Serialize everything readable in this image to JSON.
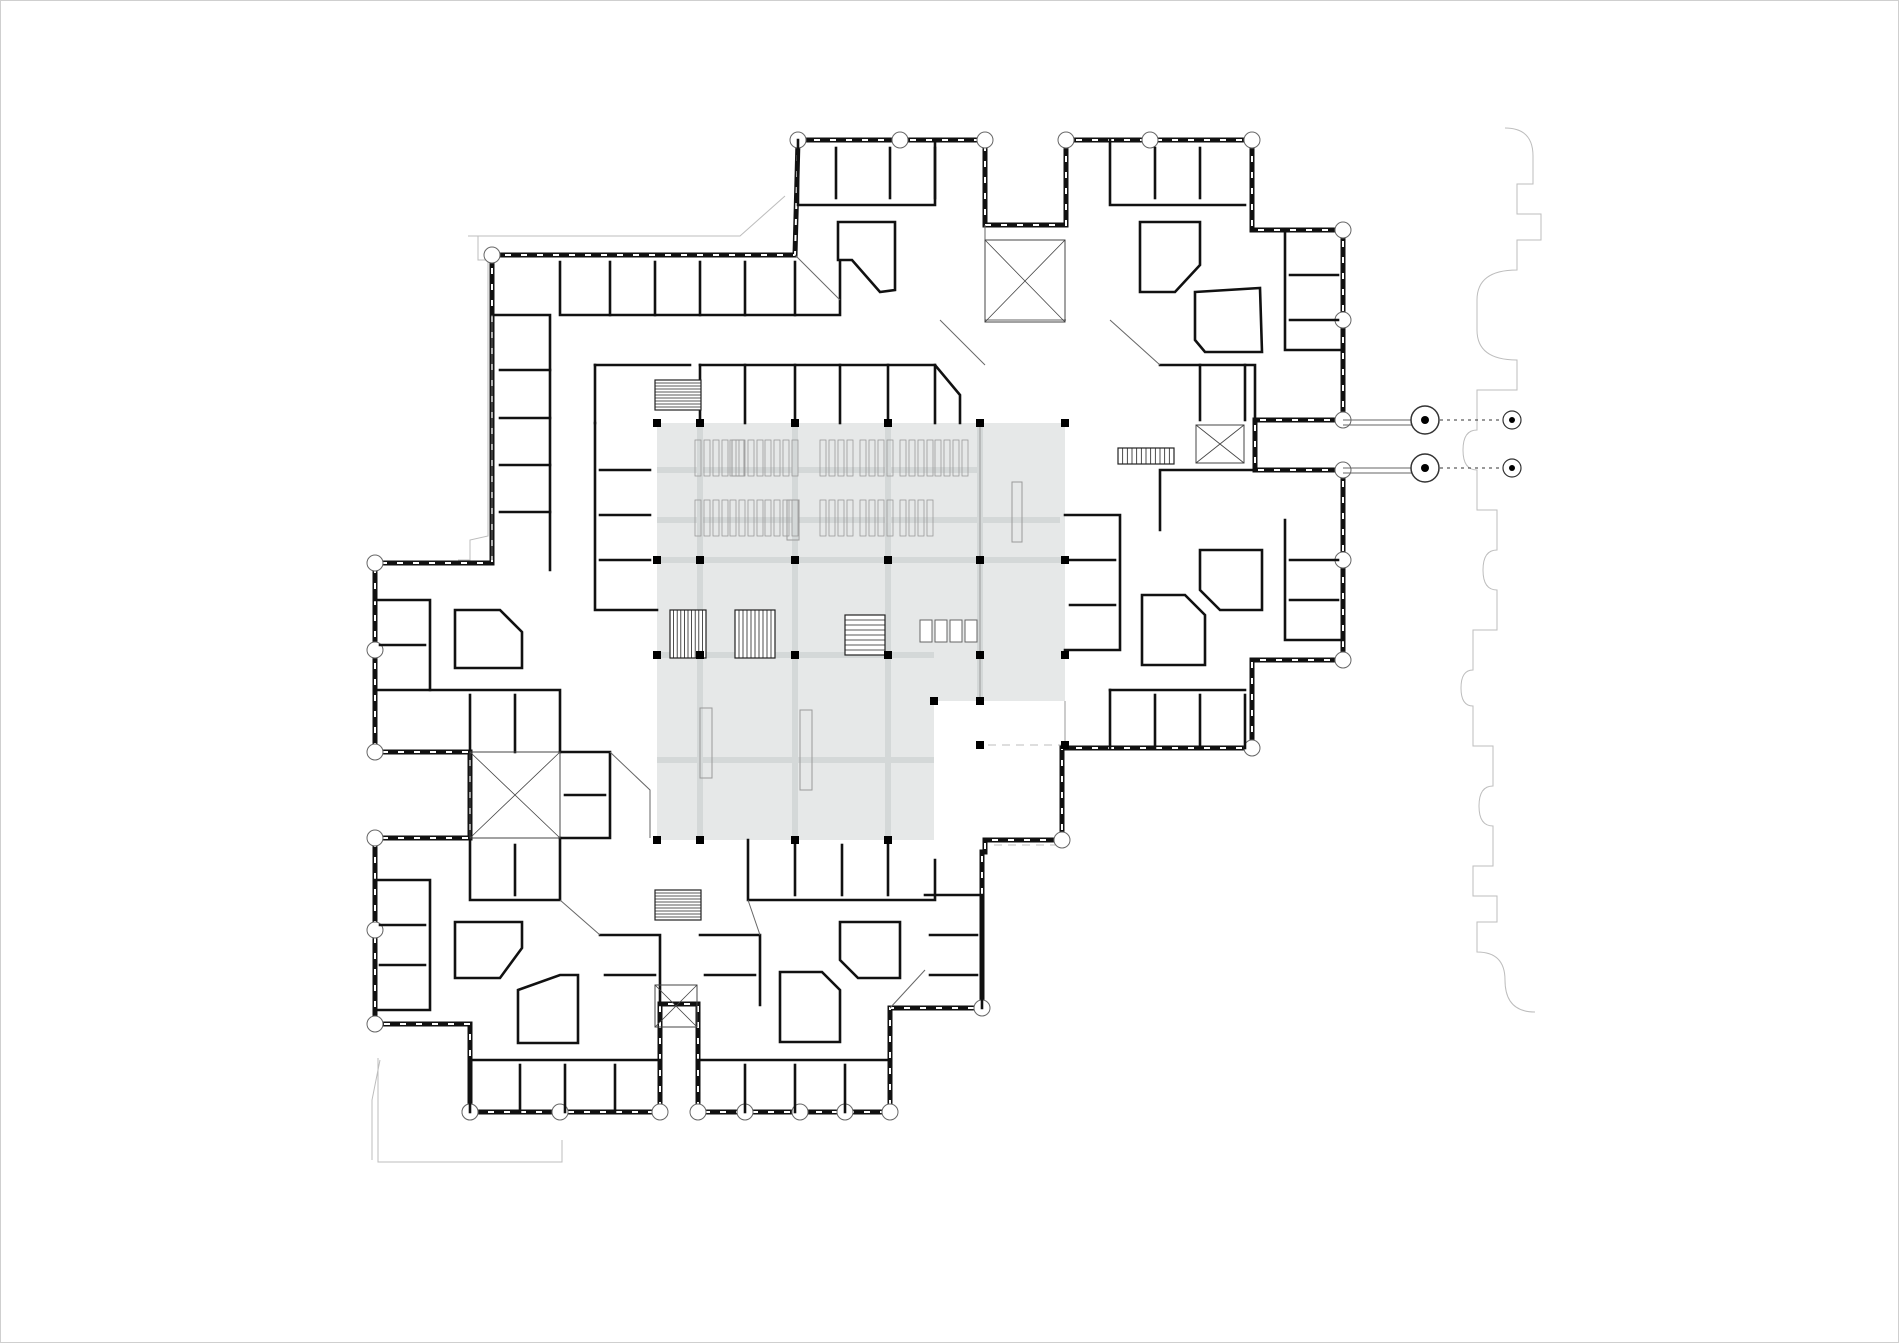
{
  "drawing": {
    "colors": {
      "background": "#ffffff",
      "wall": "#111111",
      "thin_line": "#666666",
      "ghost_line": "#bdbdbd",
      "atrium_fill": "#e6e8e8",
      "atrium_grid": "#d4d8d8",
      "column": "#000000",
      "frame": "#cfcfcf"
    },
    "elements": {
      "outer_wall": "building-outer-wall",
      "atrium": "central-atrium",
      "rooms": "office-rooms",
      "courtyards": "courtyard-lightwells",
      "stairs": "stair-icon",
      "voids": "void-cross-icon",
      "columns": "structural-column",
      "bridges": "bridge-link",
      "neighbour": "adjacent-building-outline"
    }
  }
}
